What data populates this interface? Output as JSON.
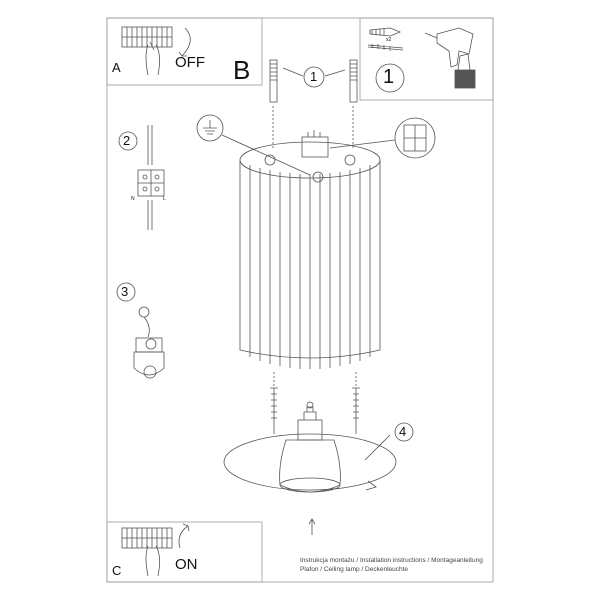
{
  "panels": {
    "a": {
      "letter": "A",
      "action": "OFF"
    },
    "b": {
      "letter": "B"
    },
    "c": {
      "letter": "C",
      "action": "ON"
    }
  },
  "steps": {
    "one": "1",
    "one_box": "1",
    "two": "2",
    "three": "3",
    "four": "4"
  },
  "kit": {
    "quantity": "x2"
  },
  "wiring": {
    "neutral": "N",
    "live": "L"
  },
  "footer": {
    "line1": "Instrukcja montażu / Installation instructions / Montageanleitung",
    "line2": "Plafon / Ceiling lamp / Deckenleuchte"
  },
  "colors": {
    "line": "#555555",
    "frame": "#9a9a9a",
    "background": "#ffffff"
  }
}
